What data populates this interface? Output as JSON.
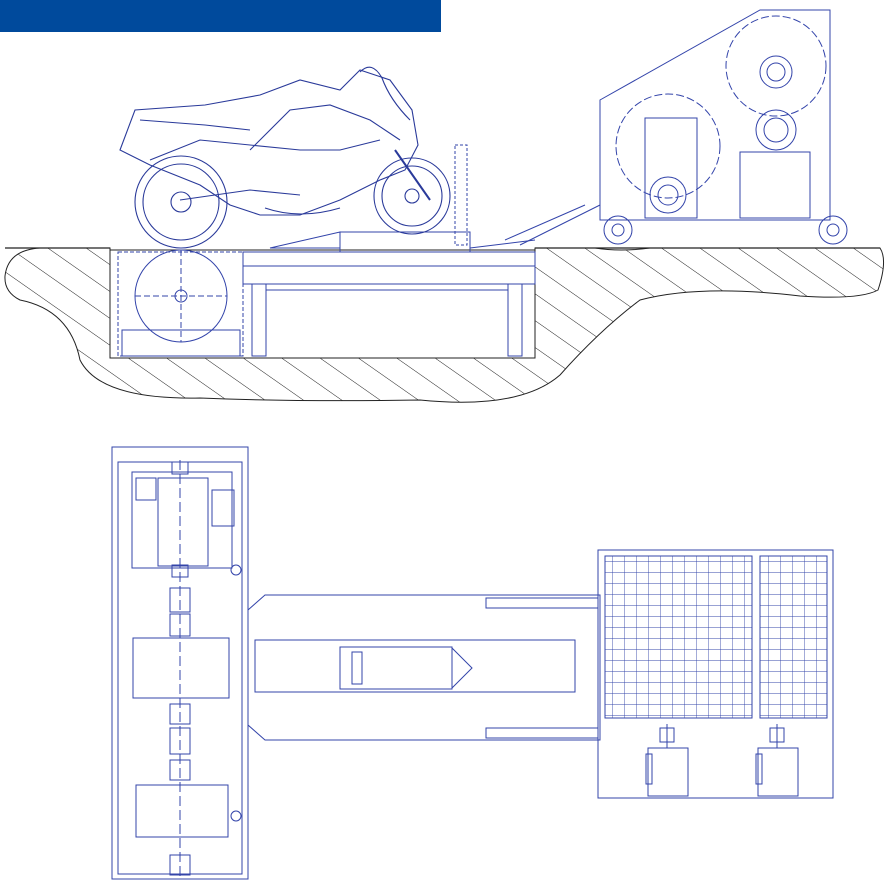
{
  "header": {
    "bar_color": "#004a9c"
  },
  "colors": {
    "line": "#3344aa",
    "line_dark": "#1a2a8c",
    "ground_hatch": "#222222",
    "paper": "#ffffff"
  },
  "figures": [
    {
      "id": "side-elevation",
      "components": [
        "motorcycle",
        "chassis-dynamometer-roller",
        "ramp-platform",
        "cooling-fan-unit",
        "ground-pit"
      ]
    },
    {
      "id": "plan-view",
      "components": [
        "dyno-frame-roller-train",
        "ramp-platform",
        "fan-unit-radiator-grid",
        "electric-motors"
      ]
    }
  ]
}
